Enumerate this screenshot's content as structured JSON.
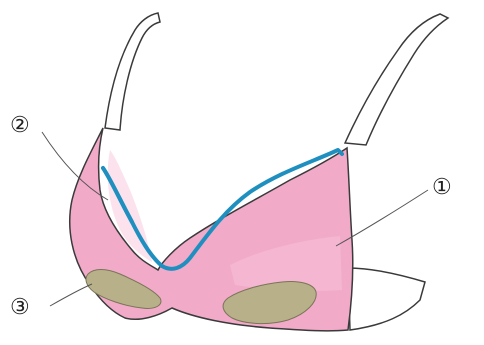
{
  "labels": {
    "part_1": "①",
    "part_2": "②",
    "part_3": "③"
  },
  "colors": {
    "body_pink": "#f2aac9",
    "body_pink_light": "#f8cfe0",
    "outline": "#3a3a3a",
    "underwire_blue": "#1f8fc0",
    "pad_olive": "#b7b089",
    "strap_white": "#ffffff",
    "back_band_white": "#ffffff"
  }
}
